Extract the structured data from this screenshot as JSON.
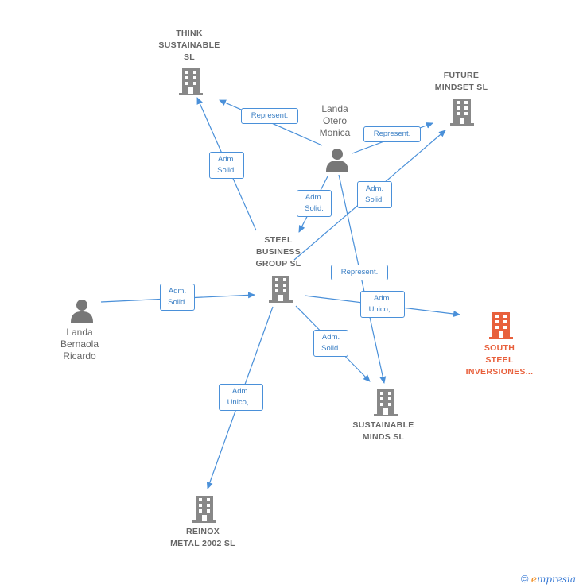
{
  "nodes": {
    "think": {
      "label": "THINK\nSUSTAINABLE\nSL",
      "icon": "building-icon",
      "color": "#888888"
    },
    "future": {
      "label": "FUTURE\nMINDSET  SL",
      "icon": "building-icon",
      "color": "#888888"
    },
    "landa_otero": {
      "label": "Landa\nOtero\nMonica",
      "icon": "person-icon",
      "color": "#777777"
    },
    "steel": {
      "label": "STEEL\nBUSINESS\nGROUP  SL",
      "icon": "building-icon",
      "color": "#888888"
    },
    "landa_bernaola": {
      "label": "Landa\nBernaola\nRicardo",
      "icon": "person-icon",
      "color": "#777777"
    },
    "south": {
      "label": "SOUTH\nSTEEL\nINVERSIONES...",
      "icon": "building-icon",
      "color": "#e8603c"
    },
    "sustainable": {
      "label": "SUSTAINABLE\nMINDS  SL",
      "icon": "building-icon",
      "color": "#888888"
    },
    "reinox": {
      "label": "REINOX\nMETAL 2002 SL",
      "icon": "building-icon",
      "color": "#888888"
    }
  },
  "edge_labels": {
    "otero_think": "Represent.",
    "otero_future": "Represent.",
    "steel_think": "Adm.\nSolid.",
    "otero_steel": "Adm.\nSolid.",
    "steel_future": "Adm.\nSolid.",
    "otero_sustainable": "Represent.",
    "steel_south": "Adm.\nUnico,...",
    "bernaola_steel": "Adm.\nSolid.",
    "steel_sustainable": "Adm.\nSolid.",
    "steel_reinox": "Adm.\nUnico,..."
  },
  "colors": {
    "edge": "#4a90d9",
    "node": "#888888",
    "focus": "#e8603c"
  },
  "footer": {
    "copyright": "©",
    "brand_first": "e",
    "brand_rest": "mpresia"
  }
}
